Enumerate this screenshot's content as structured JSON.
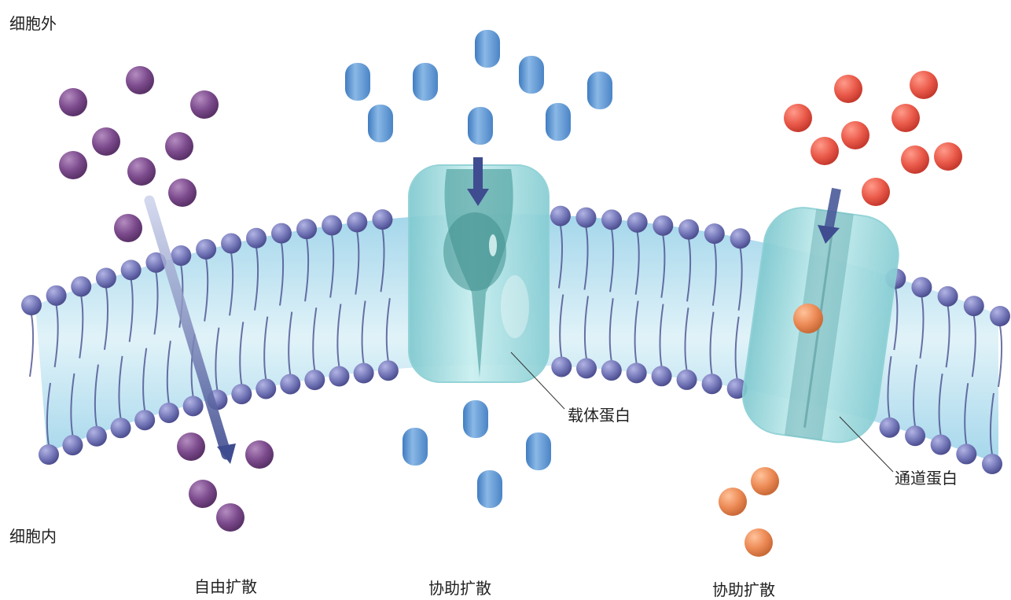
{
  "labels": {
    "outside": "细胞外",
    "inside": "细胞内",
    "carrier_protein": "载体蛋白",
    "channel_protein": "通道蛋白"
  },
  "captions": {
    "simple_diffusion": "自由扩散",
    "facilitated_carrier": "协助扩散",
    "facilitated_channel": "协助扩散"
  },
  "colors": {
    "free_molecule": "#7b4a8c",
    "carrier_substrate": "#5f97d2",
    "channel_ion": "#ea5a4a",
    "channel_ion_inside": "#ec8a55",
    "lipid_head": "#6f72b4",
    "membrane_core": "#bfe2f0",
    "protein": "#9fdbe0",
    "arrow": "#4b5a9a"
  }
}
